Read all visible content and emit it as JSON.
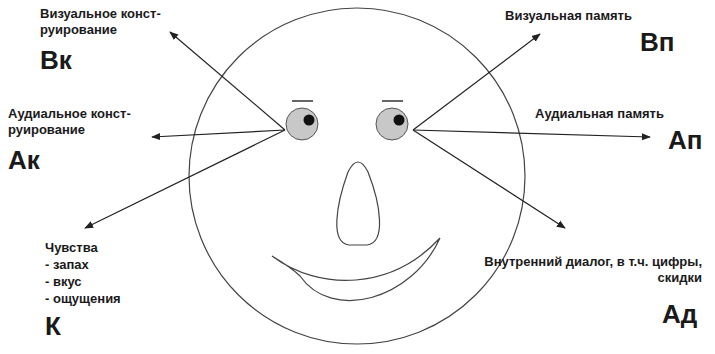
{
  "diagram": {
    "labels": [
      "Визуальное конст- руирование",
      "Вк",
      "Визуальная память",
      "Вп",
      "Аудиальное конст- руирование",
      "Ак",
      "Аудиальная память",
      "Ап",
      "Чувства",
      "- запах",
      "- вкус",
      "- ощущения",
      "К",
      "Внутренний диалог, в т.ч. цифры, скидки",
      "Ад"
    ]
  }
}
